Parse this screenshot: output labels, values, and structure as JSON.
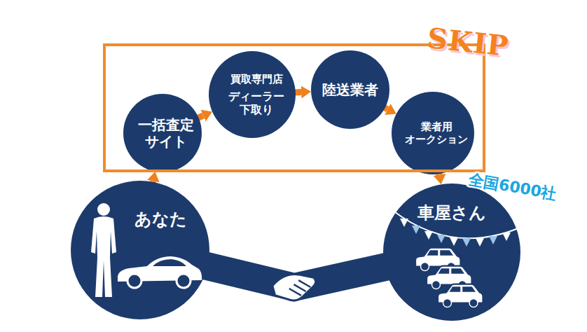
{
  "diagram": {
    "nodes": [
      {
        "text": [
          "SKIP"
        ]
      },
      {
        "text": [
          "一括査定 サイト"
        ],
        "in": 0
      },
      {
        "text": [
          "買取専門店",
          "ディーラー 下取り"
        ],
        "in": 0
      },
      {
        "text": [
          "陸送業者"
        ],
        "in": 0
      },
      {
        "text": [
          "業者用 オークション"
        ],
        "in": 0
      },
      {
        "text": [
          "あなた"
        ]
      },
      {
        "text": [
          "車屋さん"
        ]
      }
    ],
    "edges": [
      {
        "from": 5,
        "to": 1,
        "arrow": "to"
      },
      {
        "from": 1,
        "to": 2,
        "arrow": "to"
      },
      {
        "from": 2,
        "to": 3,
        "arrow": "to"
      },
      {
        "from": 3,
        "to": 4,
        "arrow": "to"
      },
      {
        "from": 4,
        "to": 6,
        "arrow": "to"
      },
      {
        "from": 5,
        "to": 6,
        "arrow": "none"
      }
    ],
    "labels": [
      "全国6000社"
    ]
  }
}
